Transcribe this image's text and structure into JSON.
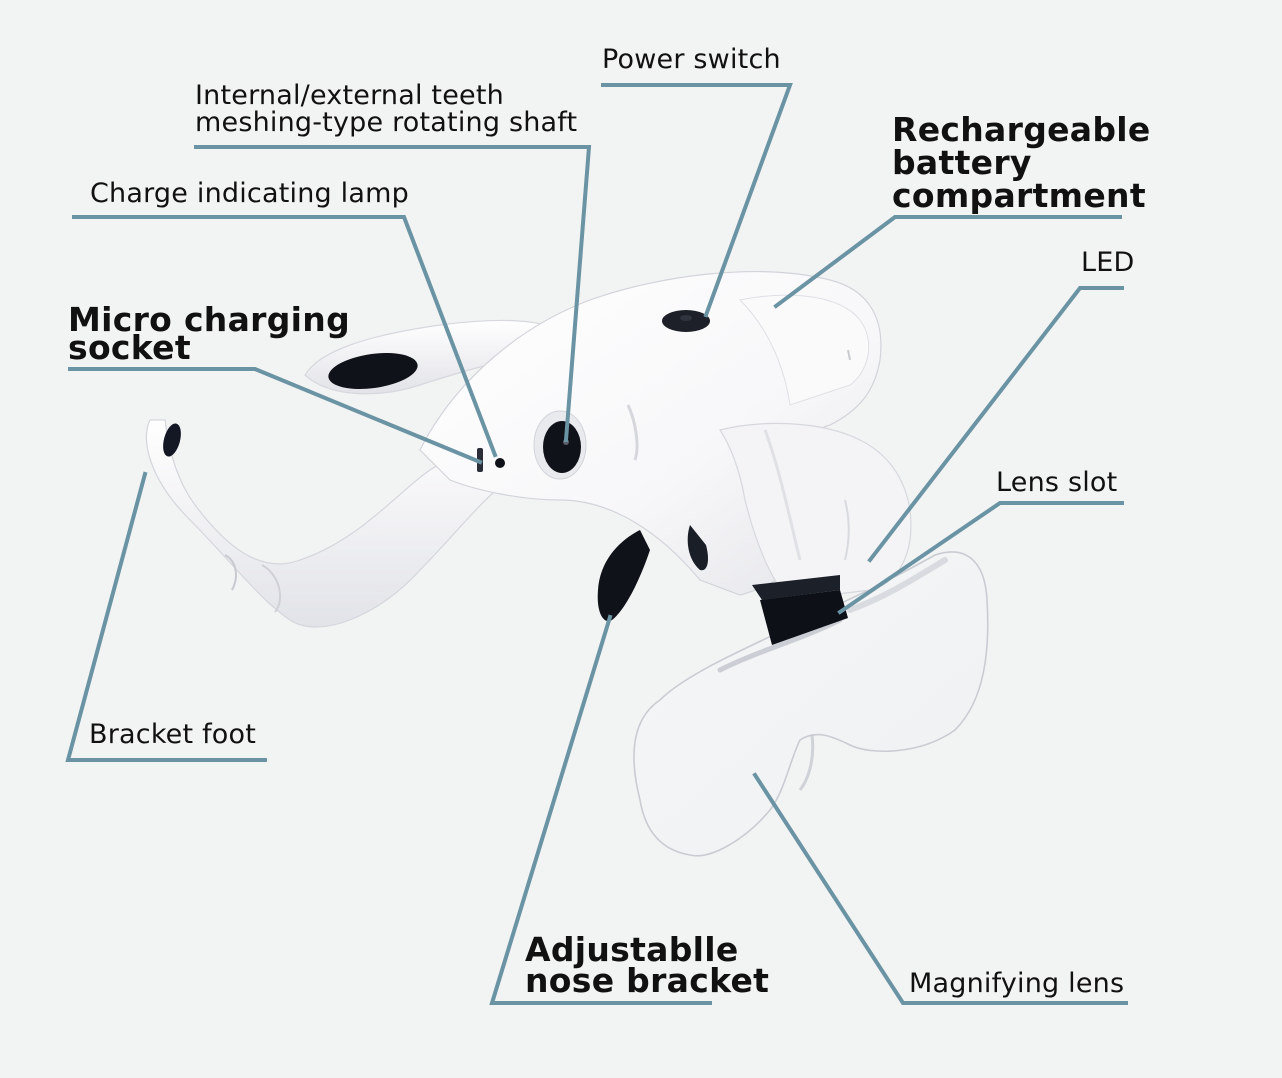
{
  "title": "Head-mounted magnifying glasses with LED — component diagram",
  "colors": {
    "background": "#f2f3f3",
    "leader_line": "#6a93a4",
    "label_text": "#111111",
    "device_body": "#ffffff",
    "device_shadow": "#d9dbe0",
    "dark_parts": "#0f1218"
  },
  "labels": {
    "power_switch": {
      "lines": [
        "Power switch"
      ],
      "weight": "regular"
    },
    "rotating_shaft": {
      "lines": [
        "Internal/external teeth",
        "meshing-type rotating shaft"
      ],
      "weight": "regular"
    },
    "battery_compartment": {
      "lines": [
        "Rechargeable",
        "battery",
        "compartment"
      ],
      "weight": "bold"
    },
    "charge_lamp": {
      "lines": [
        "Charge indicating lamp"
      ],
      "weight": "regular"
    },
    "led": {
      "lines": [
        "LED"
      ],
      "weight": "regular"
    },
    "micro_socket": {
      "lines": [
        "Micro charging",
        "socket"
      ],
      "weight": "bold"
    },
    "lens_slot": {
      "lines": [
        "Lens slot"
      ],
      "weight": "regular"
    },
    "bracket_foot": {
      "lines": [
        "Bracket foot"
      ],
      "weight": "regular"
    },
    "nose_bracket": {
      "lines": [
        "Adjustablle",
        "nose bracket"
      ],
      "weight": "bold"
    },
    "magnifying_lens": {
      "lines": [
        "Magnifying lens"
      ],
      "weight": "regular"
    }
  }
}
